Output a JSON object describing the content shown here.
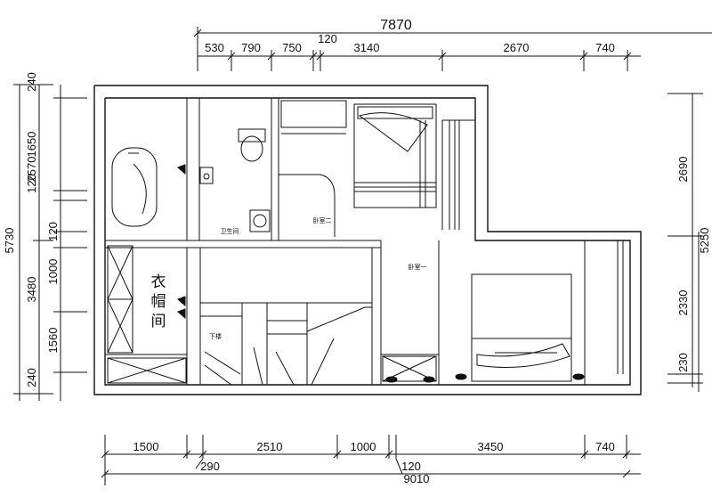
{
  "top_dims": {
    "total": "7870",
    "segments": [
      "530",
      "790",
      "750",
      "120",
      "3140",
      "2670",
      "740"
    ]
  },
  "bottom_dims": {
    "total": "9010",
    "segments": [
      "1500",
      "2510",
      "1000",
      "3450",
      "740"
    ],
    "small": [
      "290",
      "120"
    ]
  },
  "left_dims": {
    "total": "5730",
    "mid": [
      "2570",
      "3480"
    ],
    "inner": [
      "240",
      "1650",
      "120",
      "120",
      "1000",
      "1560",
      "240"
    ]
  },
  "right_dims": {
    "total": "5250",
    "inner": [
      "2690",
      "2330",
      "230"
    ]
  },
  "rooms": {
    "bathroom": "卫生间",
    "bedroom_two": "卧室二",
    "bedroom_one": "卧室一",
    "downstairs": "下楼",
    "cloakroom": [
      "衣",
      "帽",
      "间"
    ]
  }
}
